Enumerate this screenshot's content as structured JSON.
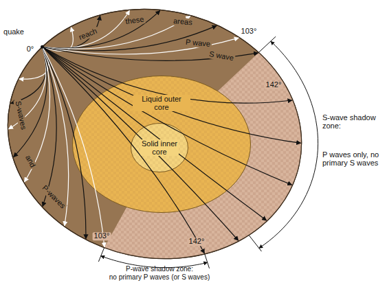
{
  "diagram": {
    "nodes": [
      {
        "text": [
          "Liquid outer core"
        ]
      },
      {
        "text": [
          "Solid inner core"
        ],
        "in": 0
      }
    ],
    "labels": [
      "quake",
      "0°",
      "reach",
      "these",
      "areas",
      "P wave",
      "S wave",
      "103°",
      "142°",
      "S-wave shadow zone:",
      "P waves only, no primary S waves",
      "S-waves",
      "and",
      "P-waves",
      "103°",
      "142°",
      "P-wave shadow zone:",
      "no primary P waves (or S waves)"
    ]
  }
}
